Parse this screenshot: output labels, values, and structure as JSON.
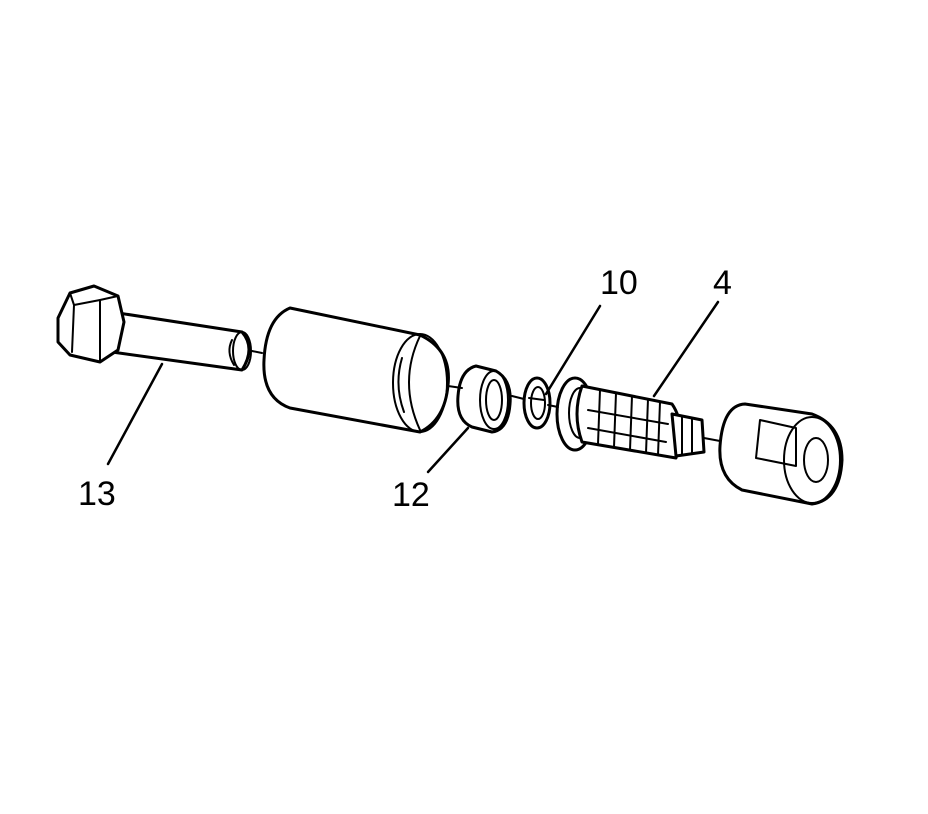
{
  "callouts": {
    "bolt": "13",
    "bearing": "12",
    "snap_ring": "10",
    "lock_cylinder": "4"
  }
}
